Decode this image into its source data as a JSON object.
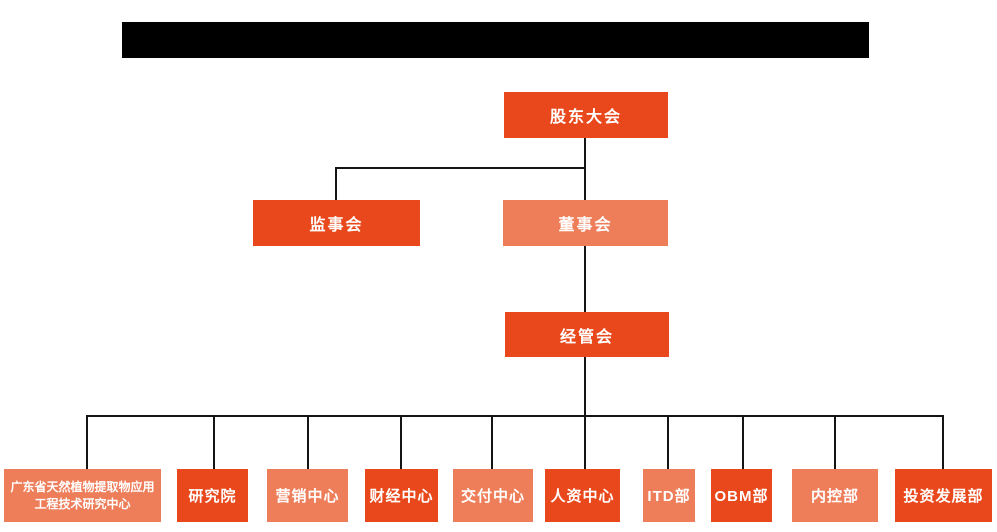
{
  "header": {
    "redacted_title_bar": ""
  },
  "colors": {
    "primary": "#E8481B",
    "secondary": "#EE7E5A",
    "connector": "#141414",
    "redaction": "#000000",
    "node_text": "#FFFFFF",
    "background": "#FFFFFF"
  },
  "org_chart": {
    "nodes": [
      {
        "id": "shareholders-meeting",
        "label": "股东大会",
        "tone": "primary",
        "level": 1
      },
      {
        "id": "supervisory-board",
        "label": "监事会",
        "tone": "primary",
        "level": 2
      },
      {
        "id": "board-of-directors",
        "label": "董事会",
        "tone": "secondary",
        "level": 2
      },
      {
        "id": "management-committee",
        "label": "经管会",
        "tone": "primary",
        "level": 3
      },
      {
        "id": "gd-plant-extract-research-center",
        "label": "广东省天然植物提取物应用工程技术研究中心",
        "tone": "secondary",
        "level": 4
      },
      {
        "id": "research-institute",
        "label": "研究院",
        "tone": "primary",
        "level": 4
      },
      {
        "id": "marketing-center",
        "label": "营销中心",
        "tone": "secondary",
        "level": 4
      },
      {
        "id": "finance-center",
        "label": "财经中心",
        "tone": "primary",
        "level": 4
      },
      {
        "id": "delivery-center",
        "label": "交付中心",
        "tone": "secondary",
        "level": 4
      },
      {
        "id": "hr-center",
        "label": "人资中心",
        "tone": "primary",
        "level": 4
      },
      {
        "id": "itd-dept",
        "label": "ITD部",
        "tone": "secondary",
        "level": 4
      },
      {
        "id": "obm-dept",
        "label": "OBM部",
        "tone": "primary",
        "level": 4
      },
      {
        "id": "internal-control-dept",
        "label": "内控部",
        "tone": "secondary",
        "level": 4
      },
      {
        "id": "investment-development-dept",
        "label": "投资发展部",
        "tone": "primary",
        "level": 4
      }
    ],
    "edges": [
      {
        "from": "shareholders-meeting",
        "to": "supervisory-board"
      },
      {
        "from": "shareholders-meeting",
        "to": "board-of-directors"
      },
      {
        "from": "board-of-directors",
        "to": "management-committee"
      },
      {
        "from": "management-committee",
        "to": "gd-plant-extract-research-center"
      },
      {
        "from": "management-committee",
        "to": "research-institute"
      },
      {
        "from": "management-committee",
        "to": "marketing-center"
      },
      {
        "from": "management-committee",
        "to": "finance-center"
      },
      {
        "from": "management-committee",
        "to": "delivery-center"
      },
      {
        "from": "management-committee",
        "to": "hr-center"
      },
      {
        "from": "management-committee",
        "to": "itd-dept"
      },
      {
        "from": "management-committee",
        "to": "obm-dept"
      },
      {
        "from": "management-committee",
        "to": "internal-control-dept"
      },
      {
        "from": "management-committee",
        "to": "investment-development-dept"
      }
    ]
  }
}
